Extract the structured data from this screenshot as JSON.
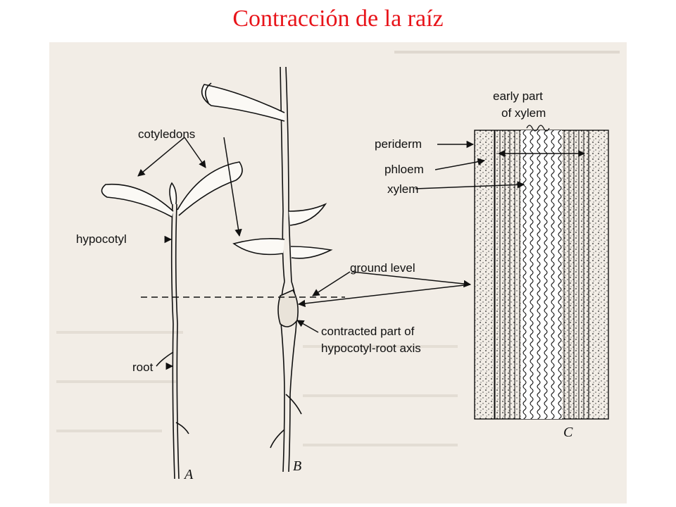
{
  "slide": {
    "title": "Contracción de la raíz"
  },
  "figure": {
    "labels": {
      "cotyledons": "cotyledons",
      "hypocotyl": "hypocotyl",
      "root": "root",
      "ground_level": "ground level",
      "contracted_1": "contracted part of",
      "contracted_2": "hypocotyl-root axis",
      "early_part_1": "early part",
      "early_part_2": "of xylem",
      "periderm": "periderm",
      "phloem": "phloem",
      "xylem": "xylem"
    },
    "panels": {
      "a": "A",
      "b": "B",
      "c": "C"
    },
    "colors": {
      "title": "#e8141a",
      "paper": "#f2ede6",
      "ink": "#111111"
    }
  }
}
